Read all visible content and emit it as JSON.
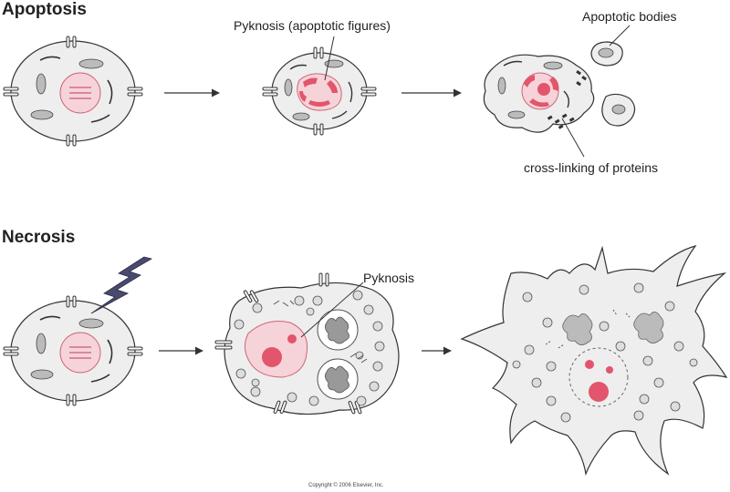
{
  "headings": {
    "apoptosis": "Apoptosis",
    "necrosis": "Necrosis"
  },
  "labels": {
    "pyknosis_apoptotic": "Pyknosis (apoptotic figures)",
    "apoptotic_bodies": "Apoptotic bodies",
    "cross_linking": "cross-linking of proteins",
    "pyknosis_necrotic": "Pyknosis"
  },
  "copyright": "Copyright © 2006 Elsevier, Inc.",
  "colors": {
    "cytoplasm": "#eeeeee",
    "outline": "#333333",
    "nucleus_fill": "#f6d3d8",
    "nucleus_dark": "#e2556c",
    "organelle": "#bbbbbb",
    "lightning": "#4a4a6e"
  }
}
